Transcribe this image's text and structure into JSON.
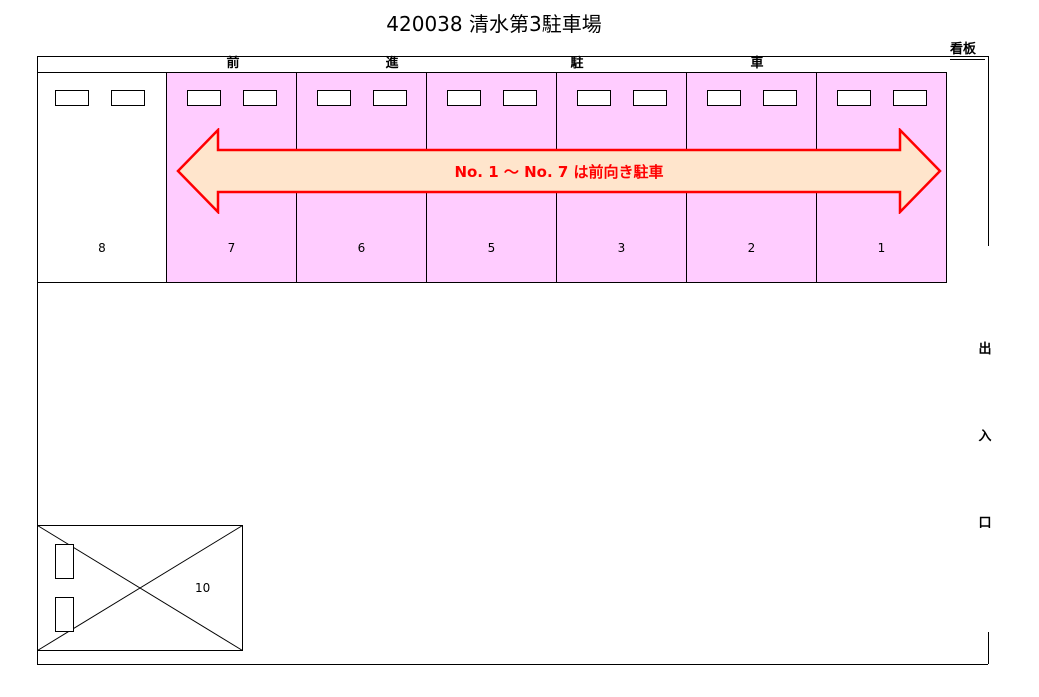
{
  "title": "420038 清水第3駐車場",
  "sign_label": "看板",
  "header_chars": [
    "前",
    "進",
    "駐",
    "車"
  ],
  "stalls": [
    "8",
    "7",
    "6",
    "5",
    "3",
    "2",
    "1"
  ],
  "stall_10": "10",
  "arrow_text": "No. 1 ～ No. 7 は前向き駐車",
  "exit_chars": [
    "出",
    "入",
    "口"
  ],
  "colors": {
    "stall_pink": "#ffccff",
    "arrow_fill": "#ffe5cc",
    "arrow_stroke": "#ff0000",
    "arrow_text": "#ff0000"
  }
}
